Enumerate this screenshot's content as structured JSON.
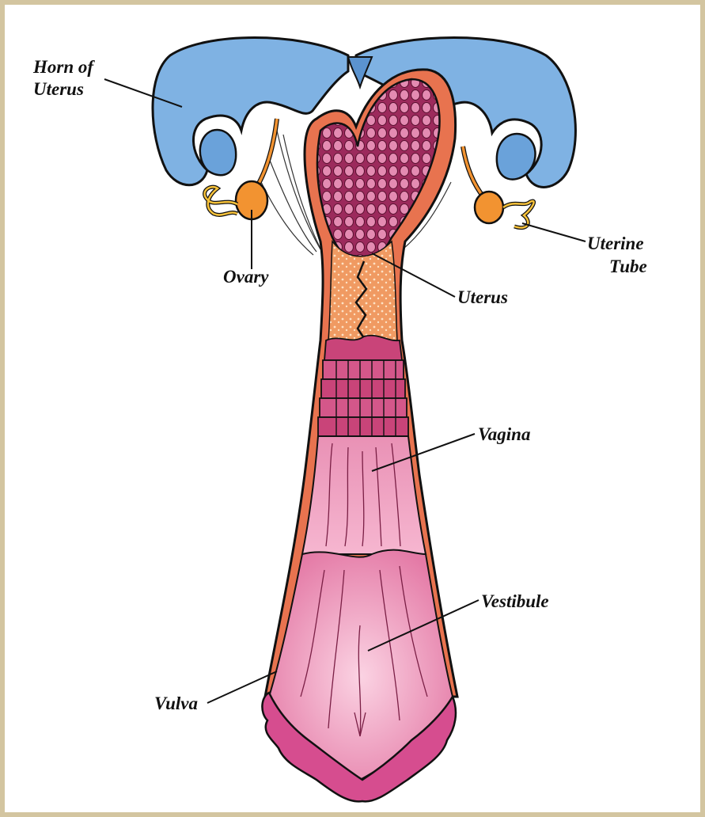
{
  "labels": {
    "horn_line1": "Horn of",
    "horn_line2": "Uterus",
    "ovary": "Ovary",
    "uterus": "Uterus",
    "tube_line1": "Uterine",
    "tube_line2": "Tube",
    "vagina": "Vagina",
    "vestibule": "Vestibule",
    "vulva": "Vulva"
  },
  "colors": {
    "frame": "#d3c5a0",
    "horn": "#7fb2e3",
    "horn_shadow": "#5b93cf",
    "wall": "#e8734f",
    "uterus_lining": "#b23a6e",
    "cervix_body": "#f4a66e",
    "vagina": "#e37da6",
    "vestibule": "#f2a8c8",
    "vulva": "#d64d8f",
    "ovary": "#f29331",
    "tube": "#f7c23a"
  }
}
